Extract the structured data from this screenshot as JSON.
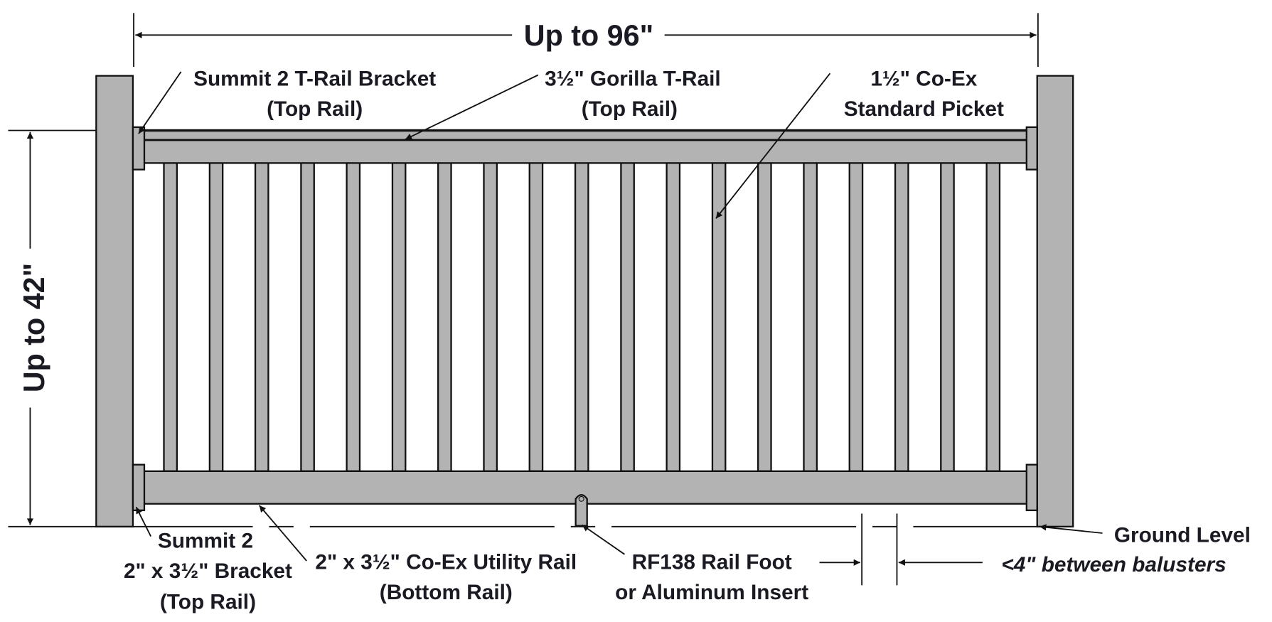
{
  "dimensions": {
    "width": "Up to 96\"",
    "height": "Up to 42\""
  },
  "labels": {
    "tbracket": [
      "Summit 2 T-Rail Bracket",
      "(Top Rail)"
    ],
    "trail": [
      "3½\" Gorilla T-Rail",
      "(Top Rail)"
    ],
    "picket": [
      "1½\" Co-Ex",
      "Standard Picket"
    ],
    "bracket": [
      "Summit 2",
      "2\" x 3½\" Bracket",
      "(Top Rail)"
    ],
    "utility": [
      "2\" x 3½\" Co-Ex Utility Rail",
      "(Bottom Rail)"
    ],
    "foot": [
      "RF138 Rail Foot",
      "or Aluminum Insert"
    ],
    "ground": "Ground Level",
    "spacing": "<4\" between balusters"
  },
  "picket_count": 19,
  "colors": {
    "part": "#b3b3b3",
    "line": "#111111"
  }
}
